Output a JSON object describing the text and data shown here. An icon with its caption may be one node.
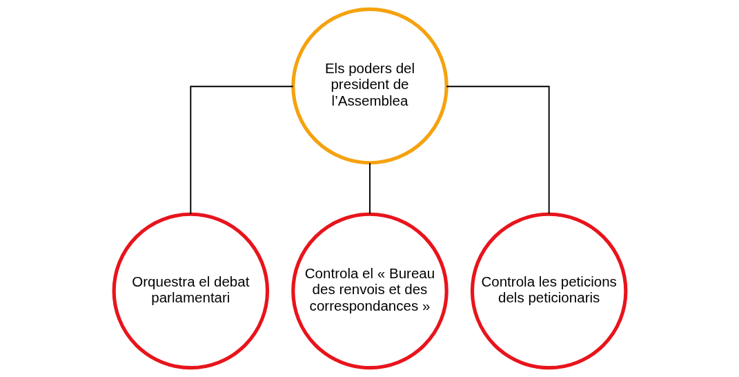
{
  "diagram": {
    "nodes": [
      {
        "text": [
          "Els poders del president de l’Assemblea"
        ]
      },
      {
        "text": [
          "Orquestra el debat parlamentari"
        ]
      },
      {
        "text": [
          "Controla el « Bureau des renvois et des correspondances »"
        ]
      },
      {
        "text": [
          "Controla les peticions dels peticionaris"
        ]
      }
    ],
    "edges": [
      {
        "from": 0,
        "to": 1,
        "arrow": "none"
      },
      {
        "from": 0,
        "to": 2,
        "arrow": "none"
      },
      {
        "from": 0,
        "to": 3,
        "arrow": "none"
      }
    ]
  }
}
